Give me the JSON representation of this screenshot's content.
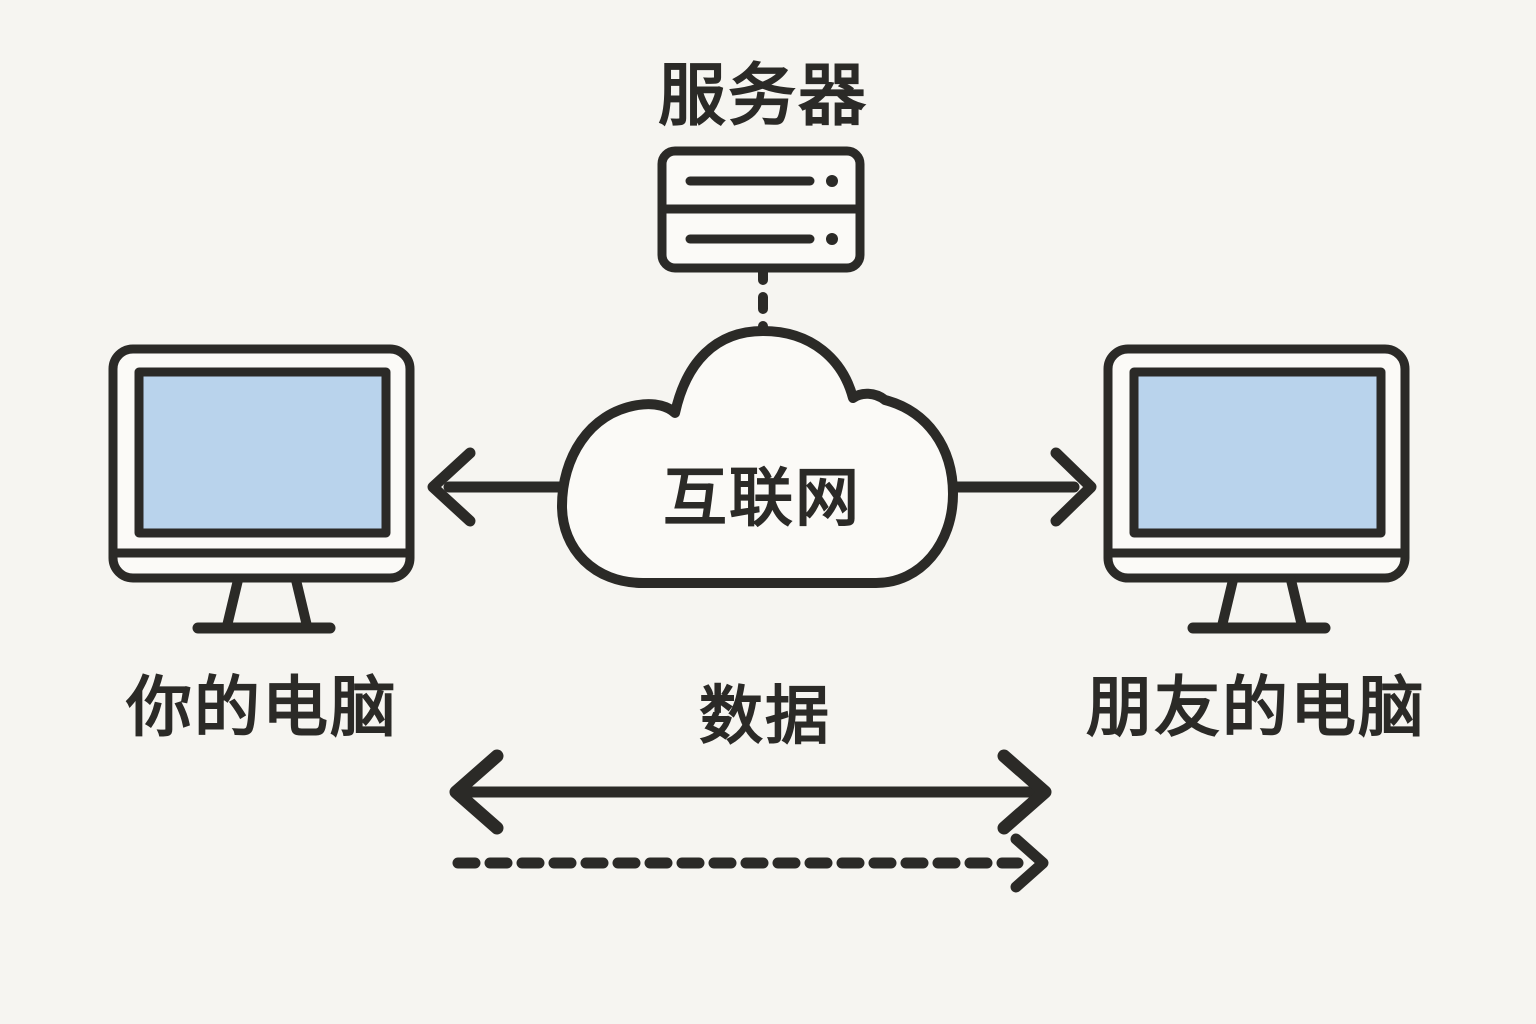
{
  "colors": {
    "bg": "#f6f5f1",
    "ink": "#2b2a27",
    "paper": "#fbfaf7",
    "screen": "#b9d3ec"
  },
  "labels": {
    "server": "服务器",
    "internet": "互联网",
    "your_computer": "你的电脑",
    "friends_computer": "朋友的电脑",
    "data": "数据"
  },
  "icons": [
    {
      "name": "server-rack-icon"
    },
    {
      "name": "cloud-icon"
    },
    {
      "name": "desktop-monitor-icon",
      "instance": "your-computer"
    },
    {
      "name": "desktop-monitor-icon",
      "instance": "friends-computer"
    },
    {
      "name": "arrow-left-icon"
    },
    {
      "name": "arrow-right-icon"
    },
    {
      "name": "double-arrow-icon"
    },
    {
      "name": "dashed-arrow-right-icon"
    }
  ]
}
